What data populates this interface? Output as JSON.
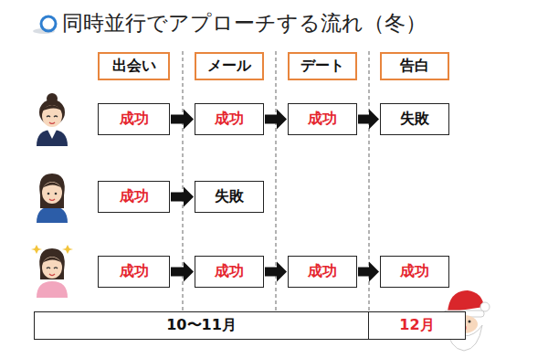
{
  "diagram": {
    "title": "同時並行でアプローチする流れ（冬）",
    "nodes": [
      {
        "text": [
          "出会い"
        ]
      },
      {
        "text": [
          "メール"
        ]
      },
      {
        "text": [
          "デート"
        ]
      },
      {
        "text": [
          "告白"
        ]
      },
      {
        "text": [
          "成功"
        ]
      },
      {
        "text": [
          "成功"
        ]
      },
      {
        "text": [
          "成功"
        ]
      },
      {
        "text": [
          "失敗"
        ]
      },
      {
        "text": [
          "成功"
        ]
      },
      {
        "text": [
          "失敗"
        ]
      },
      {
        "text": [
          "成功"
        ]
      },
      {
        "text": [
          "成功"
        ]
      },
      {
        "text": [
          "成功"
        ]
      },
      {
        "text": [
          "成功"
        ]
      },
      {
        "text": [
          "10〜11月"
        ]
      },
      {
        "text": [
          "12月"
        ]
      }
    ],
    "edges": [
      {
        "from": 4,
        "to": 5,
        "arrow": "to"
      },
      {
        "from": 5,
        "to": 6,
        "arrow": "to"
      },
      {
        "from": 6,
        "to": 7,
        "arrow": "to"
      },
      {
        "from": 8,
        "to": 9,
        "arrow": "to"
      },
      {
        "from": 10,
        "to": 11,
        "arrow": "to"
      },
      {
        "from": 11,
        "to": 12,
        "arrow": "to"
      },
      {
        "from": 12,
        "to": 13,
        "arrow": "to"
      }
    ]
  }
}
